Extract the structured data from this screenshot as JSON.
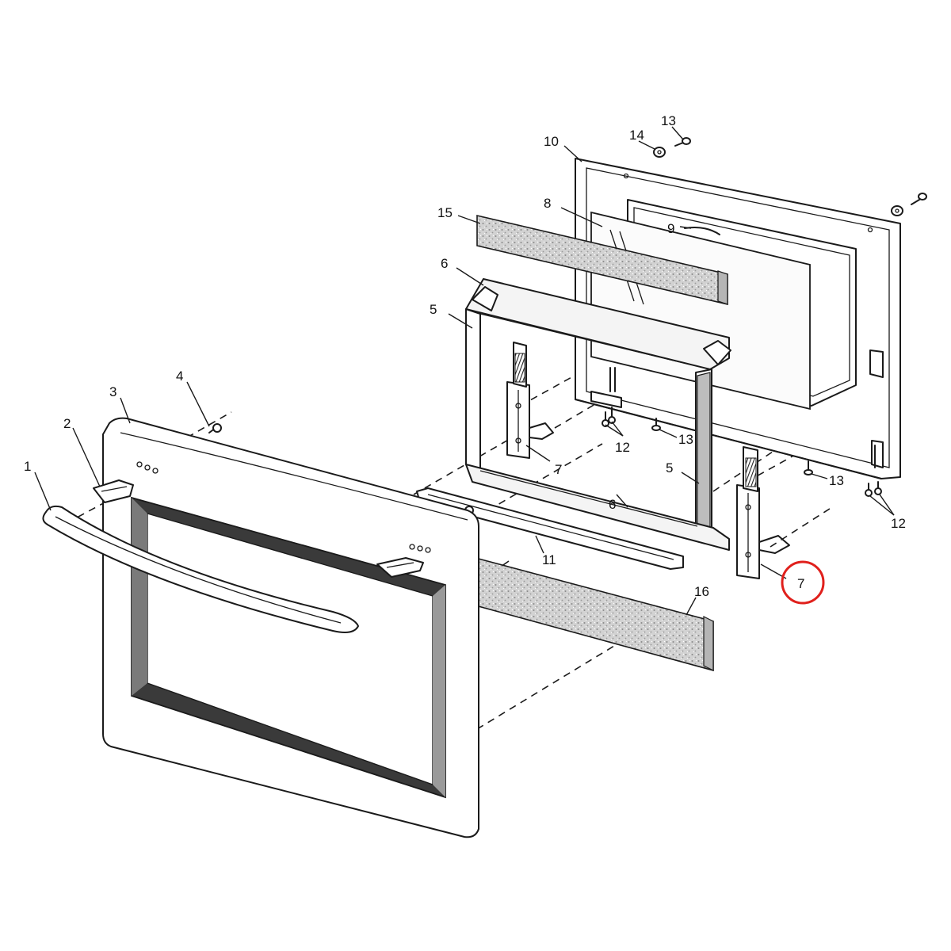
{
  "diagram": {
    "callouts": [
      {
        "id": "c1",
        "text": "1"
      },
      {
        "id": "c2",
        "text": "2"
      },
      {
        "id": "c3",
        "text": "3"
      },
      {
        "id": "c4",
        "text": "4"
      },
      {
        "id": "c5a",
        "text": "5"
      },
      {
        "id": "c5b",
        "text": "5"
      },
      {
        "id": "c6a",
        "text": "6"
      },
      {
        "id": "c6b",
        "text": "6"
      },
      {
        "id": "c7a",
        "text": "7"
      },
      {
        "id": "c7b",
        "text": "7"
      },
      {
        "id": "c8",
        "text": "8"
      },
      {
        "id": "c9",
        "text": "9"
      },
      {
        "id": "c10",
        "text": "10"
      },
      {
        "id": "c11",
        "text": "11"
      },
      {
        "id": "c12a",
        "text": "12"
      },
      {
        "id": "c12b",
        "text": "12"
      },
      {
        "id": "c13a",
        "text": "13"
      },
      {
        "id": "c13b",
        "text": "13"
      },
      {
        "id": "c13c",
        "text": "13"
      },
      {
        "id": "c14",
        "text": "14"
      },
      {
        "id": "c15",
        "text": "15"
      },
      {
        "id": "c16",
        "text": "16"
      }
    ],
    "highlight": {
      "target": "7",
      "color": "#e0201c"
    },
    "colors": {
      "line": "#1a1a1a",
      "insulation": "#c9c9c9",
      "window_shade": "#3a3a3a"
    }
  }
}
